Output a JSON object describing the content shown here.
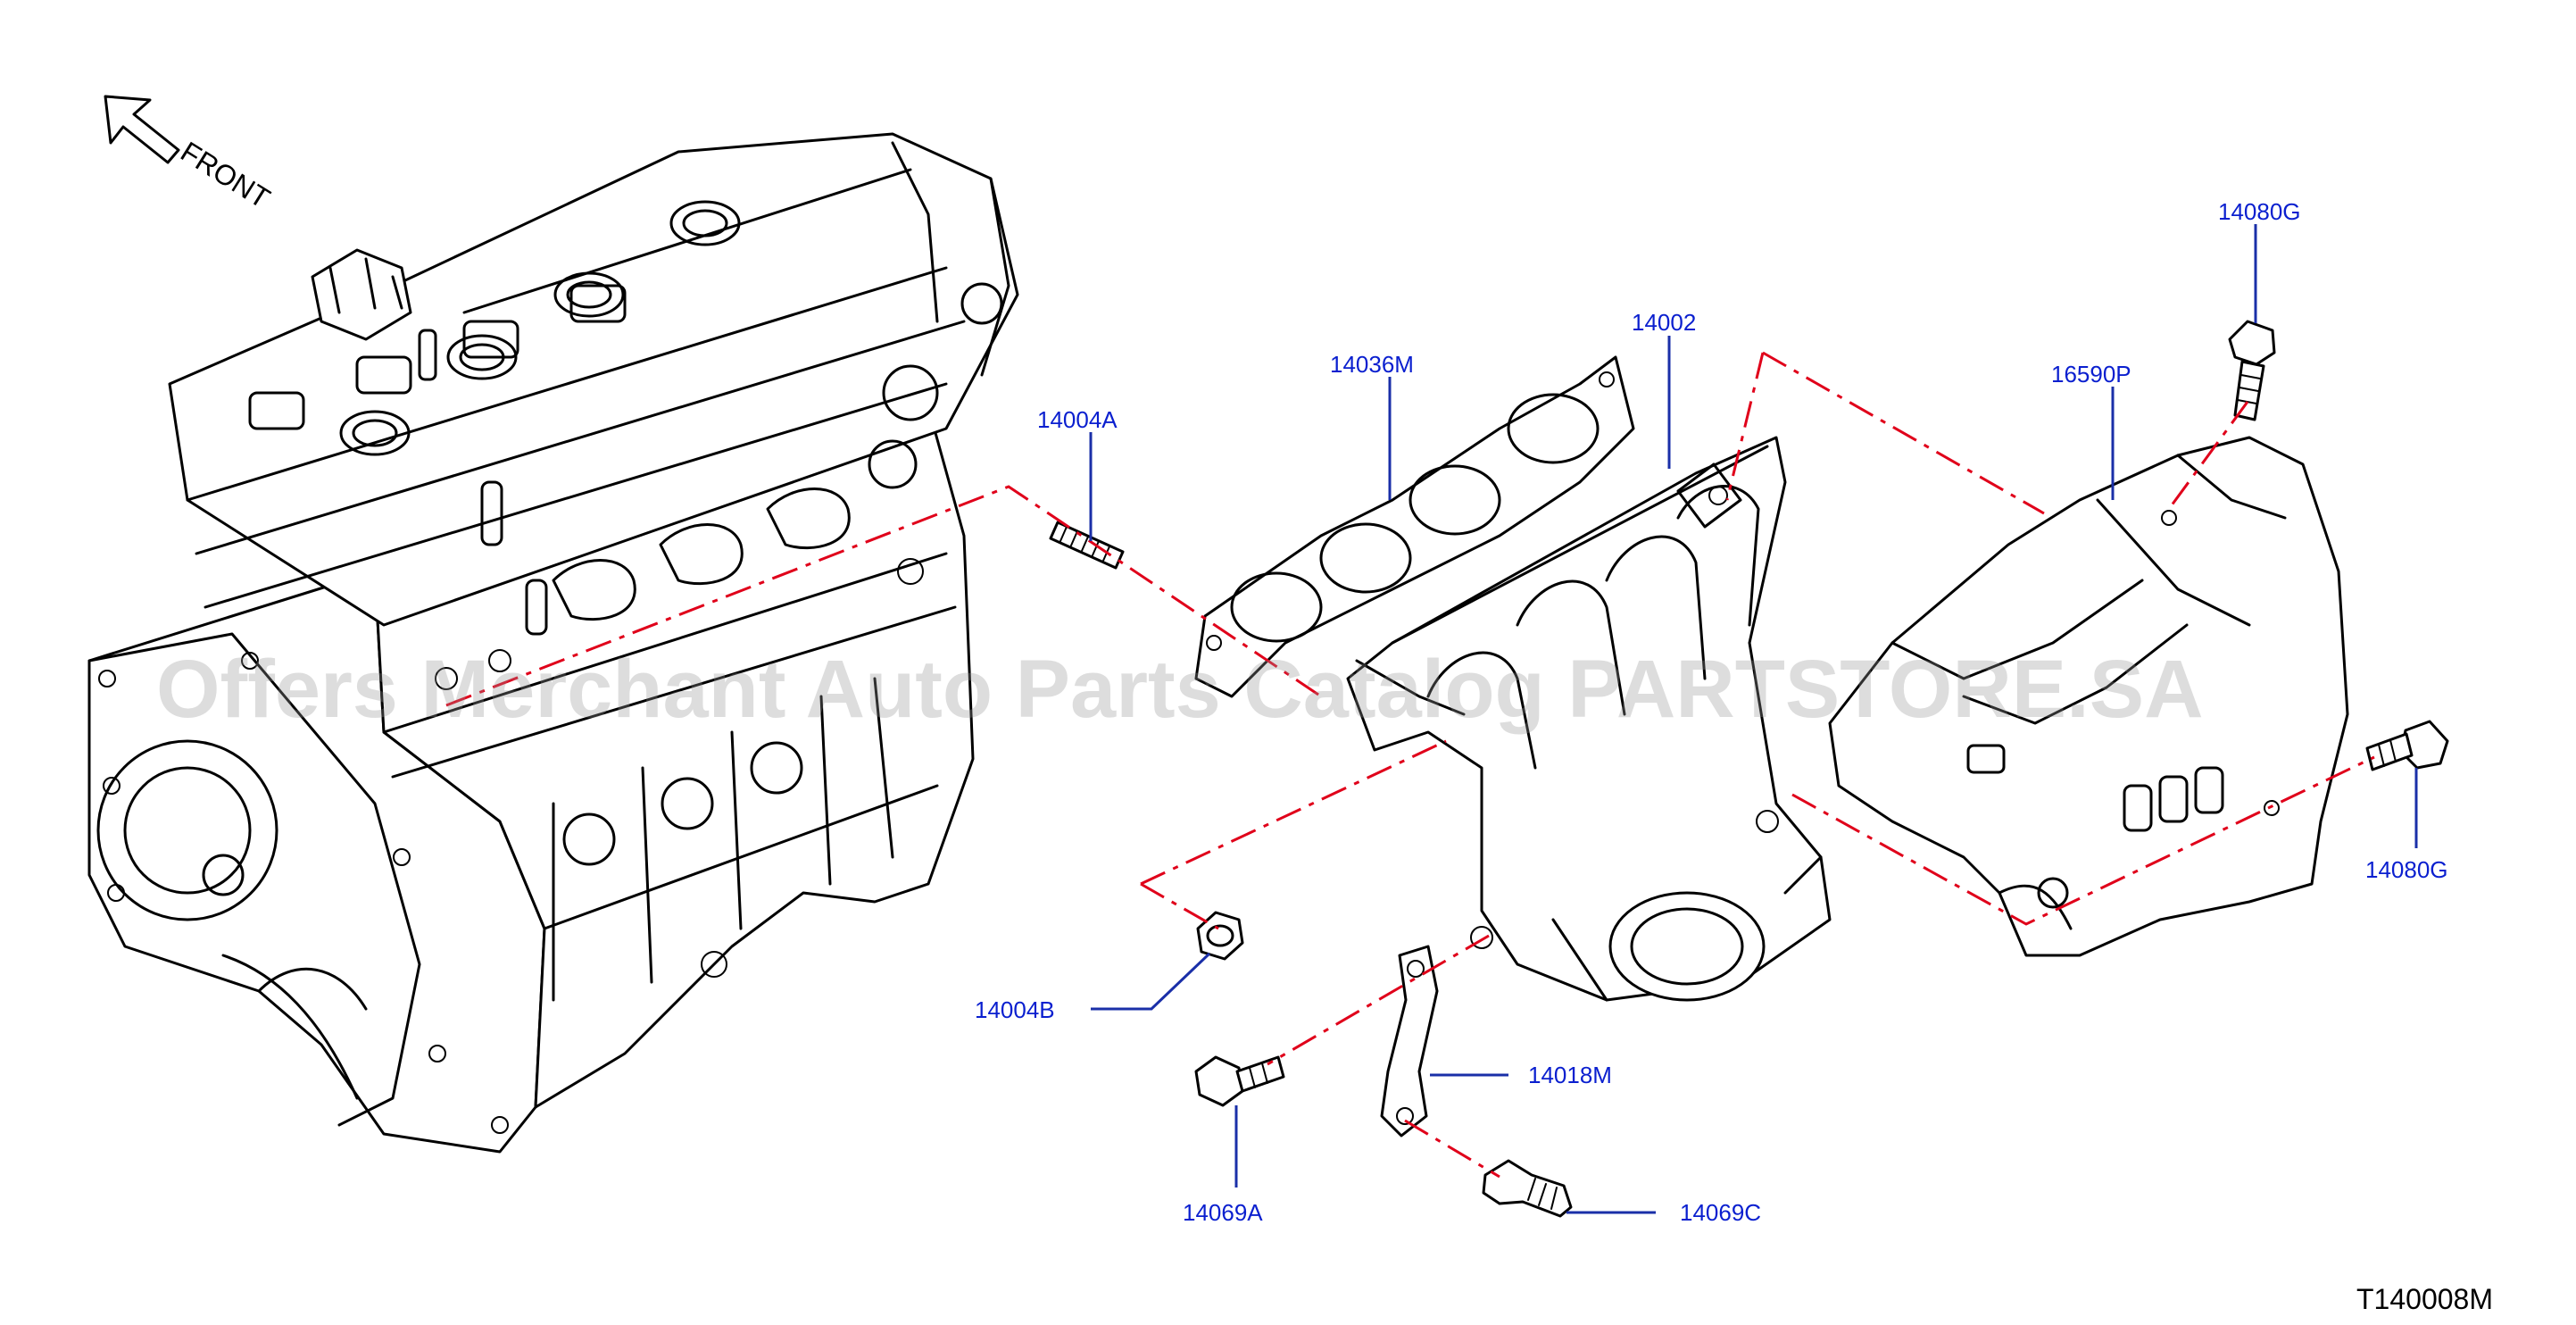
{
  "orientation_label": "FRONT",
  "watermark": "Offers Merchant Auto Parts Catalog PARTSTORE.SA",
  "diagram_code": "T140008M",
  "callouts": {
    "p14004A": "14004A",
    "p14004B": "14004B",
    "p14036M": "14036M",
    "p14002": "14002",
    "p16590P": "16590P",
    "p14080G_top": "14080G",
    "p14080G_right": "14080G",
    "p14018M": "14018M",
    "p14069A": "14069A",
    "p14069C": "14069C"
  },
  "colors": {
    "callout_text": "#0a1fcf",
    "leader_line": "#1a2fa8",
    "dash_line": "#e0001a",
    "line_art": "#000000"
  }
}
